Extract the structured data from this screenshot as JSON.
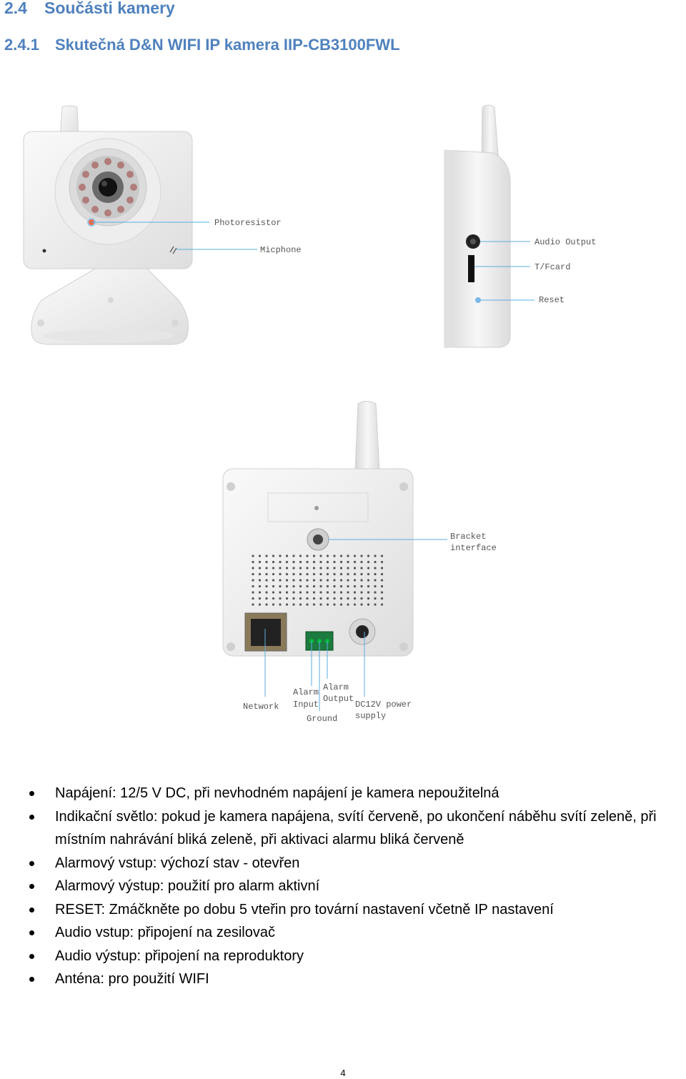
{
  "heading2": {
    "number": "2.4",
    "title": "Součásti kamery"
  },
  "heading3": {
    "number": "2.4.1",
    "title": "Skutečná D&N WIFI IP kamera IIP-CB3100FWL"
  },
  "figure_labels": {
    "photoresistor": "Photoresistor",
    "micphone": "Micphone",
    "audio_output": "Audio Output",
    "tf_card": "T/Fcard",
    "reset": "Reset",
    "bracket_1": "Bracket",
    "bracket_2": "interface",
    "network": "Network",
    "alarm_input_1": "Alarm",
    "alarm_input_2": "Input",
    "alarm_output_1": "Alarm",
    "alarm_output_2": "Output",
    "ground": "Ground",
    "dc_power_1": "DC12V power",
    "dc_power_2": "supply"
  },
  "bullets": [
    "Napájení: 12/5 V DC, při nevhodném napájení je kamera nepoužitelná",
    "Indikační světlo: pokud je kamera napájena, svítí červeně, po ukončení náběhu svítí zeleně, při místním nahrávání bliká zeleně, při aktivaci alarmu bliká červeně",
    "Alarmový vstup: výchozí stav - otevřen",
    "Alarmový výstup: použití pro alarm aktivní",
    "RESET: Zmáčkněte po dobu 5 vteřin pro tovární nastavení včetně IP nastavení",
    "Audio vstup: připojení na zesilovač",
    "Audio výstup: připojení na reproduktory",
    "Anténa: pro použití WIFI"
  ],
  "page_number": "4"
}
